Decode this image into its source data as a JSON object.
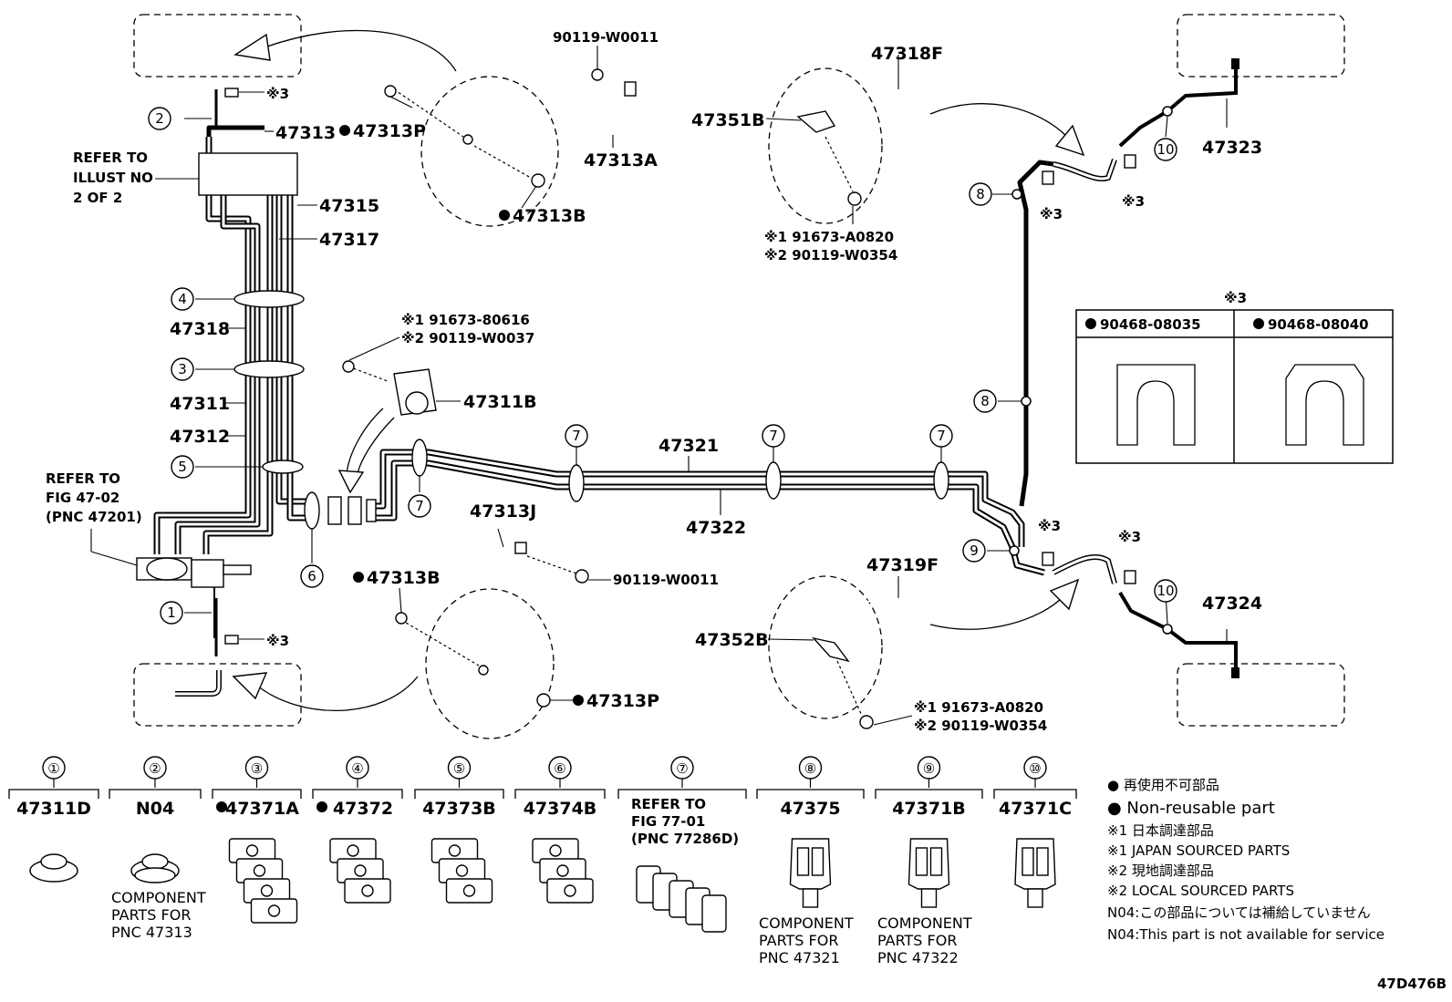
{
  "parts": {
    "p47313": "47313",
    "p47313P_top": "47313P",
    "p90119_W0011_top": "90119-W0011",
    "p47313A": "47313A",
    "p47313B_top": "47313B",
    "p47315": "47315",
    "p47317": "47317",
    "p47318": "47318",
    "p47311": "47311",
    "p47312": "47312",
    "p47311B": "47311B",
    "p47321": "47321",
    "p47322": "47322",
    "p47313J": "47313J",
    "p47313B_bot": "47313B",
    "p90119_W0011_bot": "90119-W0011",
    "p47313P_bot": "47313P",
    "p47318F": "47318F",
    "p47351B": "47351B",
    "p47323": "47323",
    "p47319F": "47319F",
    "p47352B": "47352B",
    "p47324": "47324"
  },
  "refs": {
    "illust_1": "REFER TO",
    "illust_2": "ILLUST NO",
    "illust_3": "2 OF 2",
    "fig_1": "REFER TO",
    "fig_2": "FIG 47-02",
    "fig_3": "(PNC 47201)"
  },
  "notes": {
    "clip_bracket_1": "※1 91673-80616",
    "clip_bracket_2": "※2 90119-W0037",
    "front_r_1": "※1 91673-A0820",
    "front_r_2": "※2 90119-W0354",
    "rear_r_1": "※1 91673-A0820",
    "rear_r_2": "※2 90119-W0354",
    "ref3": "※3"
  },
  "callouts": [
    "①",
    "②",
    "③",
    "④",
    "⑤",
    "⑥",
    "⑦",
    "⑧",
    "⑨",
    "⑩"
  ],
  "inset": {
    "title": "※3",
    "left": "90468-08035",
    "right": "90468-08040"
  },
  "legend_parts": [
    {
      "callout": "①",
      "label": "47311D",
      "note": ""
    },
    {
      "callout": "②",
      "label": "N04",
      "note": [
        "COMPONENT",
        "PARTS FOR",
        "PNC 47313"
      ]
    },
    {
      "callout": "③",
      "label": "47371A",
      "note": ""
    },
    {
      "callout": "④",
      "label": "47372",
      "note": ""
    },
    {
      "callout": "⑤",
      "label": "47373B",
      "note": ""
    },
    {
      "callout": "⑥",
      "label": "47374B",
      "note": ""
    },
    {
      "callout": "⑦",
      "label": "",
      "note": [
        "REFER TO",
        "FIG 77-01",
        "(PNC 77286D)"
      ]
    },
    {
      "callout": "⑧",
      "label": "47375",
      "note": [
        "COMPONENT",
        "PARTS FOR",
        "PNC 47321"
      ]
    },
    {
      "callout": "⑨",
      "label": "47371B",
      "note": [
        "COMPONENT",
        "PARTS FOR",
        "PNC 47322"
      ]
    },
    {
      "callout": "⑩",
      "label": "47371C",
      "note": ""
    }
  ],
  "legend_notes": [
    "● 再使用不可部品",
    "● Non-reusable part",
    "※1 日本調達部品",
    "※1 JAPAN SOURCED PARTS",
    "※2 現地調達部品",
    "※2 LOCAL SOURCED PARTS",
    "N04:この部品については補給していません",
    "N04:This part is not available for service"
  ],
  "diagram_id": "47D476B"
}
